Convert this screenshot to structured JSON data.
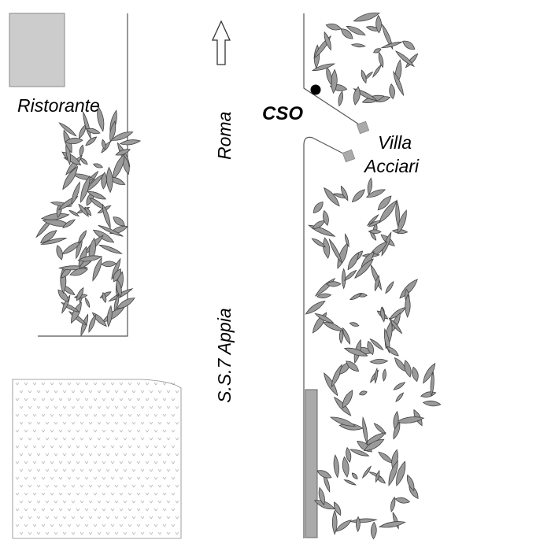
{
  "labels": {
    "ristorante": "Ristorante",
    "roma": "Roma",
    "cso": "CSO",
    "villa": "Villa",
    "acciari": "Acciari",
    "ss7": "S.S.7 Appia"
  },
  "north_arrow": "arrow-up-icon",
  "colors": {
    "building": "#cccccc",
    "foliage": "#9a9a9a",
    "outline": "#444444",
    "marker": "#000000"
  }
}
